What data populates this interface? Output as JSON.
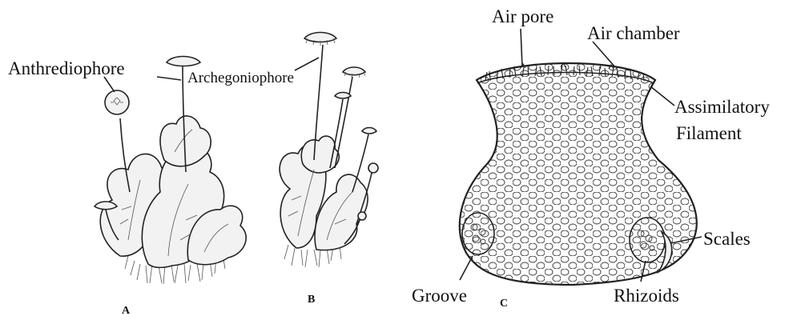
{
  "labels": {
    "anthrediophore": "Anthrediophore",
    "archegoniophore": "Archegoniophore",
    "air_pore": "Air pore",
    "air_chamber": "Air chamber",
    "assimilatory_1": "Assimilatory",
    "assimilatory_2": "Filament",
    "scales": "Scales",
    "groove": "Groove",
    "rhizoids": "Rhizoids"
  },
  "captions": {
    "a": "A",
    "b": "B",
    "c": "C"
  }
}
